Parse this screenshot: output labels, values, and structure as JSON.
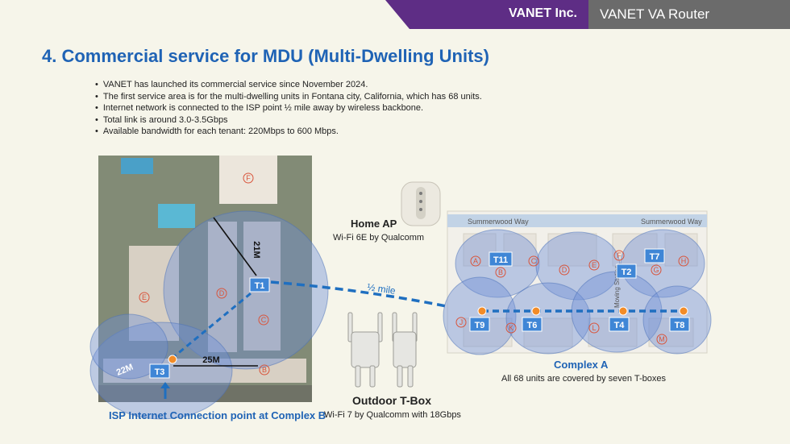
{
  "header": {
    "company": "VANET Inc.",
    "product": "VANET VA Router"
  },
  "title": "4. Commercial service for MDU (Multi-Dwelling Units)",
  "bullets": [
    "VANET has launched its commercial service since November 2024.",
    "The first service area is for the multi-dwelling units in Fontana city, California, which has 68 units.",
    "Internet network is connected to the ISP point ½ mile away by wireless backbone.",
    "Total link is around 3.0-3.5Gbps",
    "Available bandwidth for each tenant: 220Mbps to 600 Mbps."
  ],
  "complex_b": {
    "caption": "ISP Internet Connection point at Complex B",
    "distances": [
      "21M",
      "22M",
      "25M"
    ],
    "tboxes": [
      "T1",
      "T3"
    ],
    "buildings": [
      "F",
      "E",
      "D",
      "C",
      "B"
    ]
  },
  "home_ap": {
    "title": "Home AP",
    "subtitle": "Wi-Fi 6E by Qualcomm"
  },
  "outdoor_tbox": {
    "title": "Outdoor T-Box",
    "subtitle": "Wi-Fi 7 by Qualcomm with 18Gbps"
  },
  "link": {
    "label": "½ mile"
  },
  "complex_a": {
    "street_left": "Summerwood Way",
    "street_right": "Summerwood Way",
    "caption": "Complex A",
    "subcaption": "All 68 units are covered by seven T-boxes",
    "tboxes": [
      "T11",
      "T2",
      "T7",
      "T9",
      "T6",
      "T4",
      "T8"
    ],
    "buildings": [
      "A",
      "B",
      "C",
      "D",
      "E",
      "F",
      "G",
      "H",
      "J",
      "K",
      "L",
      "M"
    ],
    "station_label": "Moving Station"
  },
  "colors": {
    "banner_purple": "#5e2d85",
    "banner_gray": "#6b6b6b",
    "title_blue": "#1f63b5",
    "link_blue": "#1f6fc0",
    "node_orange": "#f28c28",
    "building_label_red": "#d9543b"
  }
}
